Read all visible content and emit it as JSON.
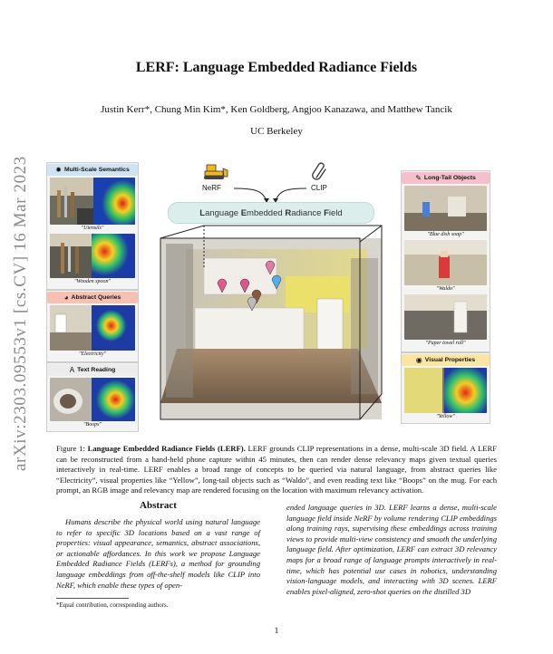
{
  "arxiv_stamp": "arXiv:2303.09553v1  [cs.CV]  16 Mar 2023",
  "title": "LERF: Language Embedded Radiance Fields",
  "authors": "Justin Kerr*, Chung Min Kim*, Ken Goldberg, Angjoo Kanazawa, and Matthew Tancik",
  "affiliation": "UC Berkeley",
  "figure": {
    "left_panels": [
      {
        "header": "Multi-Scale Semantics",
        "icon": "sparkle-icon",
        "color": "#cfe3f3",
        "captions": [
          "\"Utensils\"",
          "\"Wooden spoon\""
        ]
      },
      {
        "header": "Abstract Queries",
        "icon": "brain-icon",
        "color": "#f6c1b3",
        "captions": [
          "\"Electricity\""
        ]
      },
      {
        "header": "Text Reading",
        "icon": "letter-a-icon",
        "color": "#ececec",
        "captions": [
          "\"Boops\""
        ]
      }
    ],
    "right_panels": [
      {
        "header": "Long-Tail Objects",
        "icon": "paperclip-icon",
        "color": "#f5c0cc",
        "captions": [
          "\"Blue dish soap\"",
          "\"Waldo\"",
          "\"Paper towel roll\""
        ]
      },
      {
        "header": "Visual Properties",
        "icon": "eye-icon",
        "color": "#fbe5a2",
        "captions": [
          "\"Yellow\""
        ]
      }
    ],
    "nerf_label": "NeRF",
    "clip_label": "CLIP",
    "lerf_parts": [
      {
        "cap": "L",
        "rest": "anguage "
      },
      {
        "cap": "E",
        "rest": "mbedded "
      },
      {
        "cap": "R",
        "rest": "adiance "
      },
      {
        "cap": "F",
        "rest": "ield"
      }
    ],
    "pin_colors": [
      "#e05a8a",
      "#d9558b",
      "#52b0e6",
      "#e07ca3",
      "#8b5a3c",
      "#bbbbbb"
    ]
  },
  "caption": {
    "label": "Figure 1: ",
    "bold": "Language Embedded Radiance Fields (LERF).",
    "text": " LERF grounds CLIP representations in a dense, multi-scale 3D field. A LERF can be reconstructed from a hand-held phone capture within 45 minutes, then can render dense relevancy maps given textual queries interactively in real-time. LERF enables a broad range of concepts to be queried via natural language, from abstract queries like “Electricity”, visual properties like “Yellow”, long-tail objects such as “Waldo”, and even reading text like “Boops” on the mug. For each prompt, an RGB image and relevancy map are rendered focusing on the location with maximum relevancy activation."
  },
  "abstract": {
    "heading": "Abstract",
    "left": "Humans describe the physical world using natural language to refer to specific 3D locations based on a vast range of properties: visual appearance, semantics, abstract associations, or actionable affordances. In this work we propose Language Embedded Radiance Fields (LERFs), a method for grounding language embeddings from off-the-shelf models like CLIP into NeRF, which enable these types of open-",
    "right": "ended language queries in 3D. LERF learns a dense, multi-scale language field inside NeRF by volume rendering CLIP embeddings along training rays, supervising these embeddings across training views to provide multi-view consistency and smooth the underlying language field. After optimization, LERF can extract 3D relevancy maps for a broad range of language prompts interactively in real-time, which has potential use cases in robotics, understanding vision-language models, and interacting with 3D scenes.  LERF enables pixel-aligned, zero-shot queries on the distilled 3D"
  },
  "footnote": "*Equal contribution, corresponding authors.",
  "page_number": "1"
}
